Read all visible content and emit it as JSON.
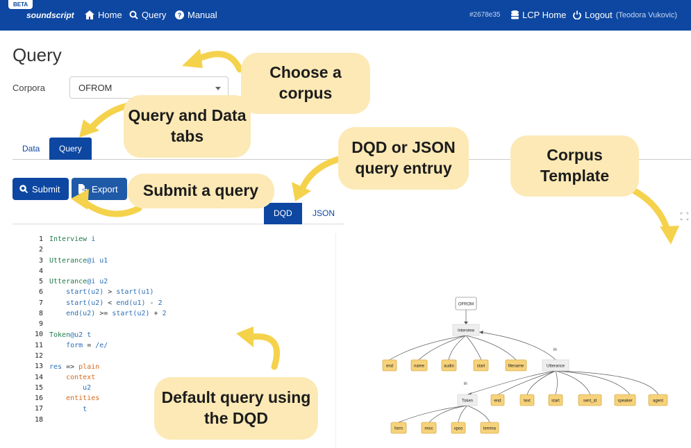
{
  "nav": {
    "beta": "BETA",
    "brand": "soundscript",
    "home": "Home",
    "query": "Query",
    "manual": "Manual",
    "hash": "#2678e35",
    "lcp_home": "LCP Home",
    "logout": "Logout",
    "user": "(Teodora Vukovic)"
  },
  "page": {
    "title": "Query",
    "corpora_label": "Corpora",
    "corpus_selected": "OFROM"
  },
  "tabs": [
    "Data",
    "Query"
  ],
  "buttons": {
    "submit": "Submit",
    "export": "Export"
  },
  "subtabs": [
    "DQD",
    "JSON"
  ],
  "editor": {
    "line_numbers": [
      "1",
      "2",
      "3",
      "4",
      "5",
      "6",
      "7",
      "8",
      "9",
      "10",
      "11",
      "12",
      "13",
      "14",
      "15",
      "16",
      "17",
      "18"
    ]
  },
  "callouts": {
    "choose_corpus": "Choose a corpus",
    "query_data_tabs": "Query and Data tabs",
    "submit_query": "Submit a query",
    "dqd_json": "DQD or JSON query entruy",
    "corpus_template": "Corpus Template",
    "default_query": "Default query using the DQD"
  },
  "tree": {
    "root": "OFROM",
    "interview": "Interview",
    "interview_attrs": [
      "end",
      "name",
      "audio",
      "start",
      "filename"
    ],
    "utterance": "Utterance",
    "utterance_attrs": [
      "end",
      "text",
      "start",
      "sent_id",
      "speaker",
      "agent"
    ],
    "token": "Token",
    "token_attrs": [
      "form",
      "misc",
      "xpos",
      "lemma"
    ],
    "edge_in": "in"
  },
  "colors": {
    "brand_blue": "#0d47a1",
    "callout": "#fce9b5",
    "arrow": "#f5d24c",
    "attr_node": "#f6d27a"
  }
}
